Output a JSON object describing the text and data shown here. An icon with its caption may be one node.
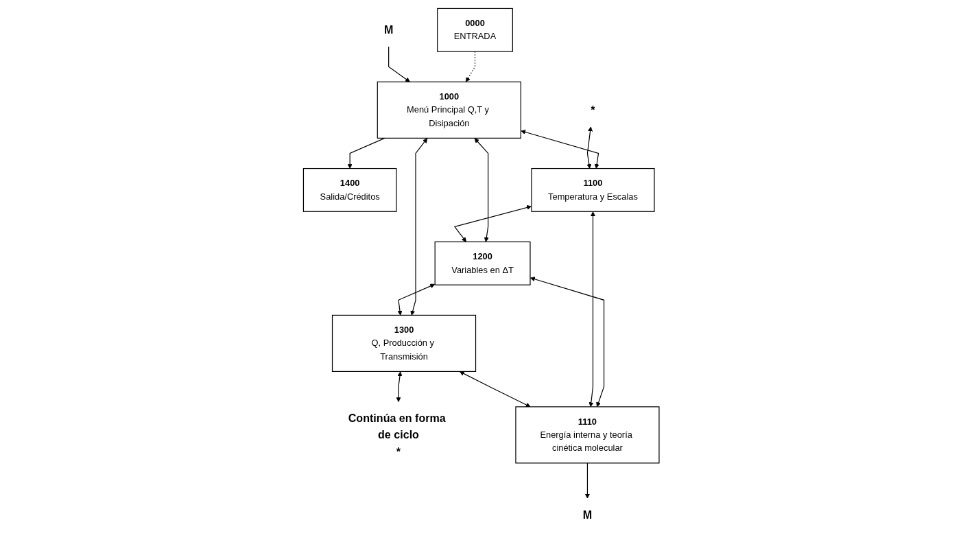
{
  "diagram": {
    "nodes": [
      {
        "text": [
          "0000",
          "ENTRADA"
        ]
      },
      {
        "text": [
          "1000",
          "Menú Principal Q,T y Disipación"
        ]
      },
      {
        "text": [
          "1400",
          "Salida/Créditos"
        ]
      },
      {
        "text": [
          "M"
        ]
      },
      {
        "text": [
          "1100",
          "Temperatura y Escalas"
        ]
      },
      {
        "text": [
          "1200",
          "Variables en ΔT"
        ]
      },
      {
        "text": [
          "1300",
          "Q, Producción y Transmisión"
        ]
      },
      {
        "text": [
          "*"
        ]
      },
      {
        "text": [
          "*"
        ],
        "beside": [
          "Continúa en forma de ciclo"
        ]
      },
      {
        "text": [
          "1110",
          "Energía interna y teoría cinética molecular"
        ]
      },
      {
        "text": [
          "M"
        ]
      }
    ],
    "edges": [
      {
        "from": 0,
        "to": 1,
        "arrow": "to",
        "style": "dashed"
      },
      {
        "from": 3,
        "to": 1,
        "arrow": "to"
      },
      {
        "from": 1,
        "to": 2,
        "arrow": "to"
      },
      {
        "from": 1,
        "to": 4,
        "arrow": "both"
      },
      {
        "from": 1,
        "to": 5,
        "arrow": "both"
      },
      {
        "from": 1,
        "to": 6,
        "arrow": "both"
      },
      {
        "from": 7,
        "to": 4,
        "arrow": "both"
      },
      {
        "from": 4,
        "to": 5,
        "arrow": "both"
      },
      {
        "from": 5,
        "to": 6,
        "arrow": "both"
      },
      {
        "from": 6,
        "to": 8,
        "arrow": "both"
      },
      {
        "from": 5,
        "to": 9,
        "arrow": "both"
      },
      {
        "from": 4,
        "to": 9,
        "arrow": "both"
      },
      {
        "from": 6,
        "to": 9,
        "arrow": "both"
      },
      {
        "from": 9,
        "to": 10,
        "arrow": "to"
      }
    ]
  }
}
